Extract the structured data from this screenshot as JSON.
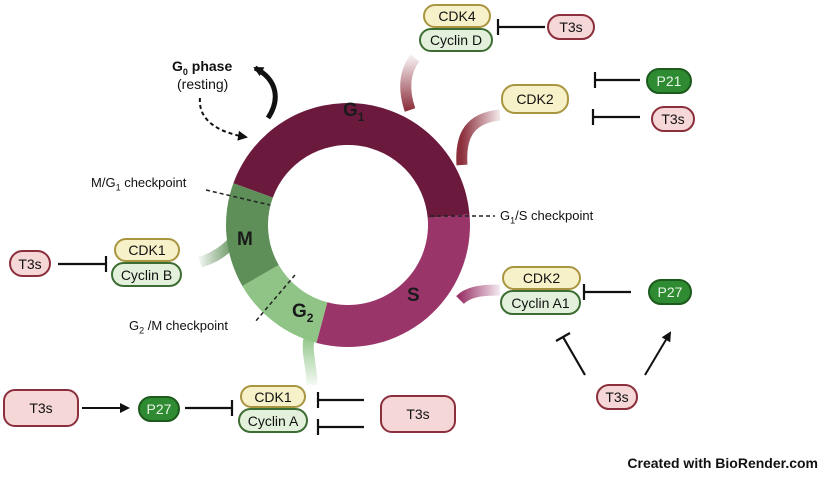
{
  "diagram": {
    "phases": {
      "g1": {
        "label": "G",
        "sub": "1",
        "color": "#6b1a3e"
      },
      "s": {
        "label": "S",
        "color": "#9a3569"
      },
      "g2": {
        "label": "G",
        "sub": "2",
        "color": "#8fc486"
      },
      "m": {
        "label": "M",
        "color": "#5f8f58"
      }
    },
    "g0": {
      "title_main": "G",
      "title_sub": "0",
      "title_rest": " phase",
      "subtitle": "(resting)"
    },
    "checkpoints": {
      "m_g1": {
        "pre": "M/G",
        "sub": "1",
        "post": " checkpoint"
      },
      "g1_s": {
        "pre": "G",
        "sub": "1",
        "post": "/S checkpoint"
      },
      "g2_m": {
        "pre": "G",
        "sub": "2",
        "post": " /M checkpoint"
      }
    },
    "complexes": {
      "g1_top": {
        "cdk": "CDK4",
        "cyclin": "Cyclin D"
      },
      "g1_right": {
        "cdk": "CDK2"
      },
      "s": {
        "cdk": "CDK2",
        "cyclin": "Cyclin A1"
      },
      "m": {
        "cdk": "CDK1",
        "cyclin": "Cyclin B"
      },
      "g2": {
        "cdk": "CDK1",
        "cyclin": "Cyclin A"
      }
    },
    "regulators": {
      "t3s": "T3s",
      "p21": "P21",
      "p27": "P27"
    },
    "colors": {
      "cdk_fill": "#f7f1c9",
      "cyclin_fill": "#e3f1dc",
      "t3s_fill": "#f6d7d7",
      "p_green": "#2f8b32"
    },
    "credit": "Created with BioRender.com"
  }
}
